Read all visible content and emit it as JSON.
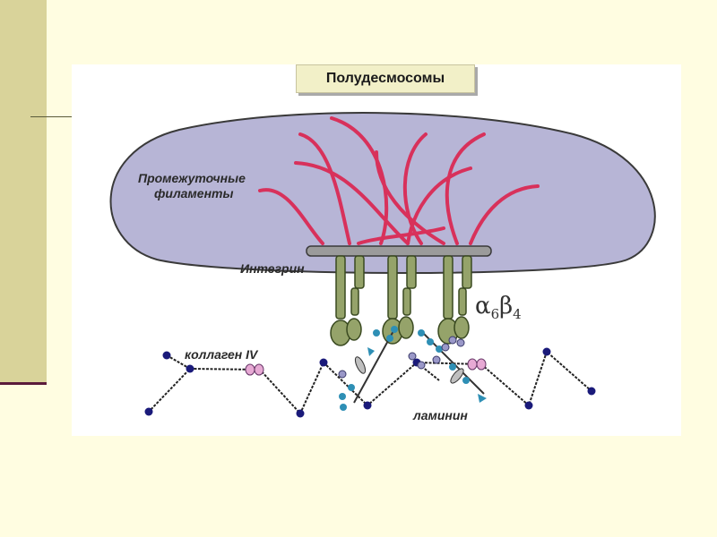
{
  "slide": {
    "title": "Полудесмосомы"
  },
  "labels": {
    "filaments_line1": "Промежуточные",
    "filaments_line2": "филаменты",
    "integrin": "Интегрин",
    "integrin_alpha": "α",
    "integrin_alpha_sub": "6",
    "integrin_beta": "β",
    "integrin_beta_sub": "4",
    "collagen": "коллаген IV",
    "laminin": "ламинин"
  },
  "colors": {
    "cell": "#B7B5D6",
    "filament": "#D8315B",
    "integrin": "#95A36A",
    "plaque": "#9B9B9B",
    "collagen_node": "#1A1A7A",
    "laminin": "#2E8FB5"
  }
}
